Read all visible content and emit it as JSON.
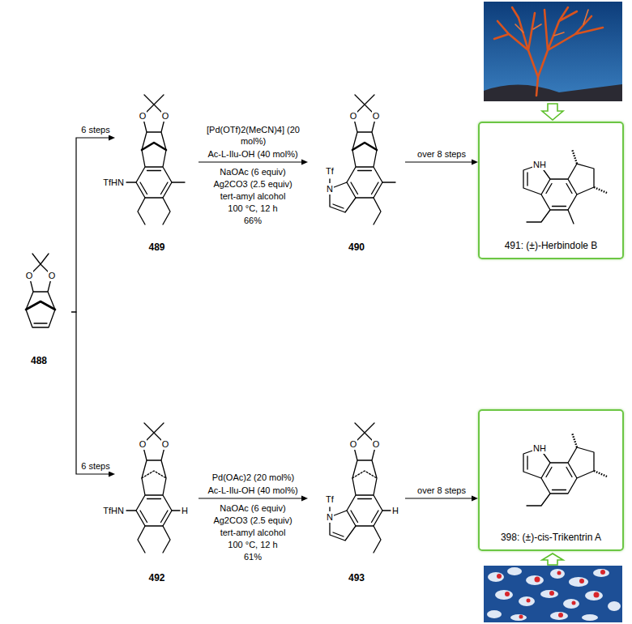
{
  "diagram": {
    "nodes": [
      {
        "text": [
          "488"
        ]
      },
      {
        "text": [
          "489"
        ]
      },
      {
        "text": [
          "490"
        ]
      },
      {
        "text": [
          "491: (±)-Herbindole B"
        ]
      },
      {
        "text": [
          "492"
        ]
      },
      {
        "text": [
          "493"
        ]
      },
      {
        "text": [
          "398: (±)-cis-Trikentrin A"
        ]
      }
    ],
    "edges": [
      {
        "from": 0,
        "to": 1,
        "arrow": "to",
        "label": "6 steps"
      },
      {
        "from": 1,
        "to": 2,
        "arrow": "to",
        "label": "[Pd(OTf)2(MeCN)4] (20 mol%)"
      },
      {
        "from": 2,
        "to": 3,
        "arrow": "to",
        "label": "over 8 steps"
      },
      {
        "from": 0,
        "to": 4,
        "arrow": "to",
        "label": "6 steps"
      },
      {
        "from": 4,
        "to": 5,
        "arrow": "to",
        "label": "Pd(OAc)2 (20 mol%)"
      },
      {
        "from": 5,
        "to": 6,
        "arrow": "to",
        "label": "over 8 steps"
      }
    ],
    "labels": [
      "O",
      "O",
      "TfHN",
      "O",
      "O",
      "Ac-L-Ilu-OH (40 mol%)",
      "NaOAc (6 equiv)",
      "Ag2CO3 (2.5 equiv)",
      "tert-amyl alcohol",
      "100 °C, 12 h",
      "66%",
      "O",
      "O",
      "Tf",
      "N",
      "NH",
      "TfHN",
      "O",
      "O",
      "H",
      "Ac-L-Ilu-OH (40 mol%)",
      "NaOAc (6 equiv)",
      "Ag2CO3 (2.5 equiv)",
      "tert-amyl alcohol",
      "100 °C, 12 h",
      "61%",
      "O",
      "O",
      "Tf",
      "N",
      "H",
      "NH"
    ]
  }
}
